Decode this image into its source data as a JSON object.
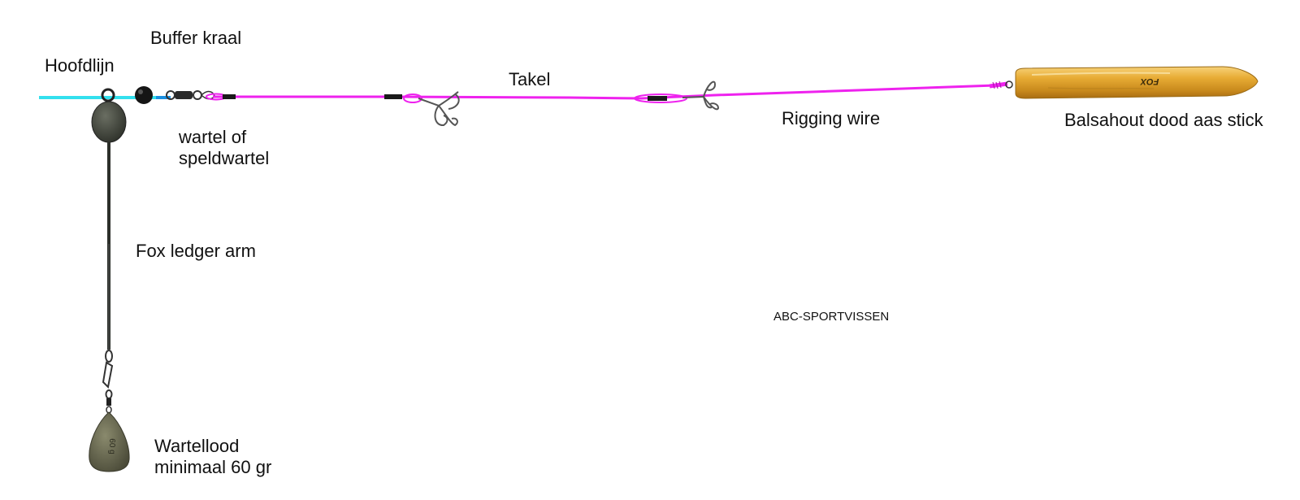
{
  "labels": {
    "main_line": "Hoofdlijn",
    "buffer_bead": "Buffer kraal",
    "swivel_line1": "wartel of",
    "swivel_line2": "speldwartel",
    "trace": "Takel",
    "rigging_wire": "Rigging wire",
    "float_stick": "Balsahout dood aas stick",
    "ledger_arm": "Fox ledger arm",
    "weight_line1": "Wartellood",
    "weight_line2": "minimaal 60 gr",
    "watermark": "ABC-SPORTVISSEN",
    "stick_brand": "FOX",
    "weight_mark": "60 g"
  },
  "colors": {
    "main_line": "#33e0ee",
    "rig_line": "#ee22ee",
    "leader_blue": "#1a8fe0",
    "lead_weight": "#6b6b52",
    "boom_weight": "#4e5246",
    "stick": "#e0a12a",
    "metal": "#555555"
  },
  "icons": {
    "buffer_bead": "black-bead",
    "swivel": "barrel-swivel",
    "treble_hook": "treble-hook",
    "lead": "pear-lead-weight",
    "stick": "balsa-stick"
  }
}
